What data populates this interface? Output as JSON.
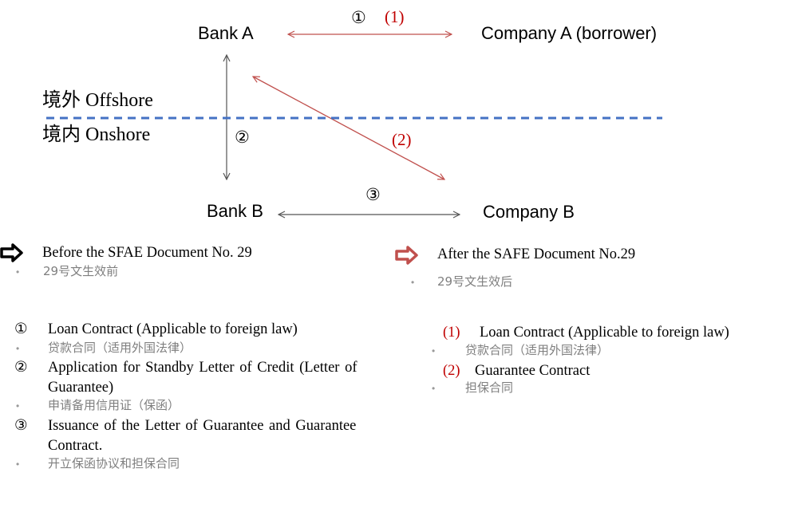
{
  "diagram": {
    "bank_a": "Bank A",
    "company_a": "Company A (borrower)",
    "bank_b": "Bank B",
    "company_b": "Company B",
    "offshore": "境外 Offshore",
    "onshore": "境内 Onshore",
    "label_1_before": "①",
    "label_1_after": "(1)",
    "label_2_before": "②",
    "label_2_after": "(2)",
    "label_3_before": "③",
    "colors": {
      "red": "#c00000",
      "arrow_red": "#c0504d",
      "dash_blue": "#4472c4",
      "grey": "#7f7f7f"
    }
  },
  "before": {
    "heading": "Before the SFAE Document No. 29",
    "heading_cn": "29号文生效前",
    "items": [
      {
        "num": "①",
        "text": "Loan Contract (Applicable to foreign law)",
        "cn": "贷款合同（适用外国法律）"
      },
      {
        "num": "②",
        "text": "Application for Standby Letter of Credit (Letter of",
        "text2": "Guarantee)",
        "cn": "申请备用信用证（保函）"
      },
      {
        "num": "③",
        "text": "Issuance of the Letter of Guarantee and Guarantee",
        "text2": "Contract.",
        "cn": "开立保函协议和担保合同"
      }
    ]
  },
  "after": {
    "heading": "After the SAFE Document No.29",
    "heading_cn": "29号文生效后",
    "items": [
      {
        "num": "(1)",
        "text": "Loan Contract (Applicable to foreign law)",
        "cn": "贷款合同（适用外国法律）"
      },
      {
        "num": "(2)",
        "text": "Guarantee Contract",
        "cn": "担保合同"
      }
    ]
  },
  "bullet": "•"
}
